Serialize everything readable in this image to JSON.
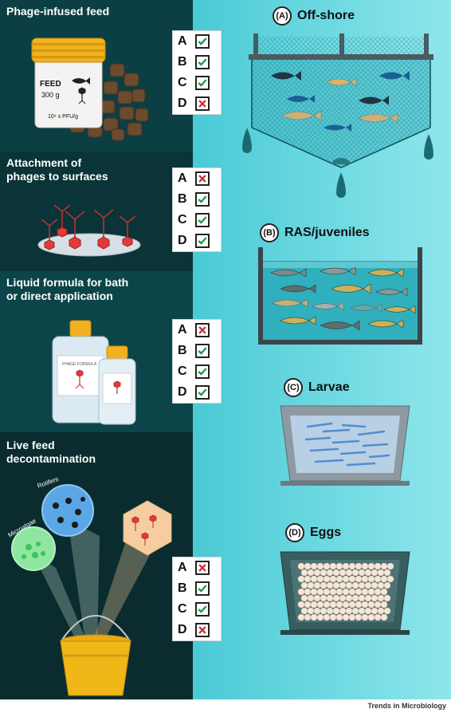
{
  "figure": {
    "left_panels": [
      {
        "title": "Phage-infused feed",
        "checks": [
          {
            "letter": "A",
            "ok": true
          },
          {
            "letter": "B",
            "ok": true
          },
          {
            "letter": "C",
            "ok": true
          },
          {
            "letter": "D",
            "ok": false
          }
        ],
        "jar": {
          "label": "FEED",
          "weight": "300 g",
          "dose": "10⁹ x PFU/g"
        }
      },
      {
        "title": "Attachment of phages to surfaces",
        "title_lines": [
          "Attachment of",
          "phages to surfaces"
        ],
        "checks": [
          {
            "letter": "A",
            "ok": false
          },
          {
            "letter": "B",
            "ok": true
          },
          {
            "letter": "C",
            "ok": true
          },
          {
            "letter": "D",
            "ok": true
          }
        ]
      },
      {
        "title": "Liquid formula for bath or direct application",
        "title_lines": [
          "Liquid formula for bath",
          "or direct application"
        ],
        "checks": [
          {
            "letter": "A",
            "ok": false
          },
          {
            "letter": "B",
            "ok": true
          },
          {
            "letter": "C",
            "ok": true
          },
          {
            "letter": "D",
            "ok": true
          }
        ],
        "bottle_label": "PHAGE FORMULA"
      },
      {
        "title": "Live feed decontamination",
        "title_lines": [
          "Live feed",
          "decontamination"
        ],
        "checks": [
          {
            "letter": "A",
            "ok": false
          },
          {
            "letter": "B",
            "ok": true
          },
          {
            "letter": "C",
            "ok": true
          },
          {
            "letter": "D",
            "ok": false
          }
        ],
        "bubble_rotifers": "Rotifers",
        "bubble_microalgae": "Microalgae"
      }
    ],
    "right_panels": [
      {
        "letter": "(A)",
        "label": "Off-shore"
      },
      {
        "letter": "(B)",
        "label": "RAS/juveniles"
      },
      {
        "letter": "(C)",
        "label": "Larvae"
      },
      {
        "letter": "(D)",
        "label": "Eggs"
      }
    ],
    "credit": "Trends in Microbiology",
    "colors": {
      "panel1": "#0b3f43",
      "panel2": "#0a3437",
      "panel3": "#0c4549",
      "panel4": "#0a2c2f",
      "water_light": "#7fe0e8",
      "water_dark": "#23b6c3",
      "check_green": "#1a9b4c",
      "cross_red": "#c8303b"
    }
  }
}
